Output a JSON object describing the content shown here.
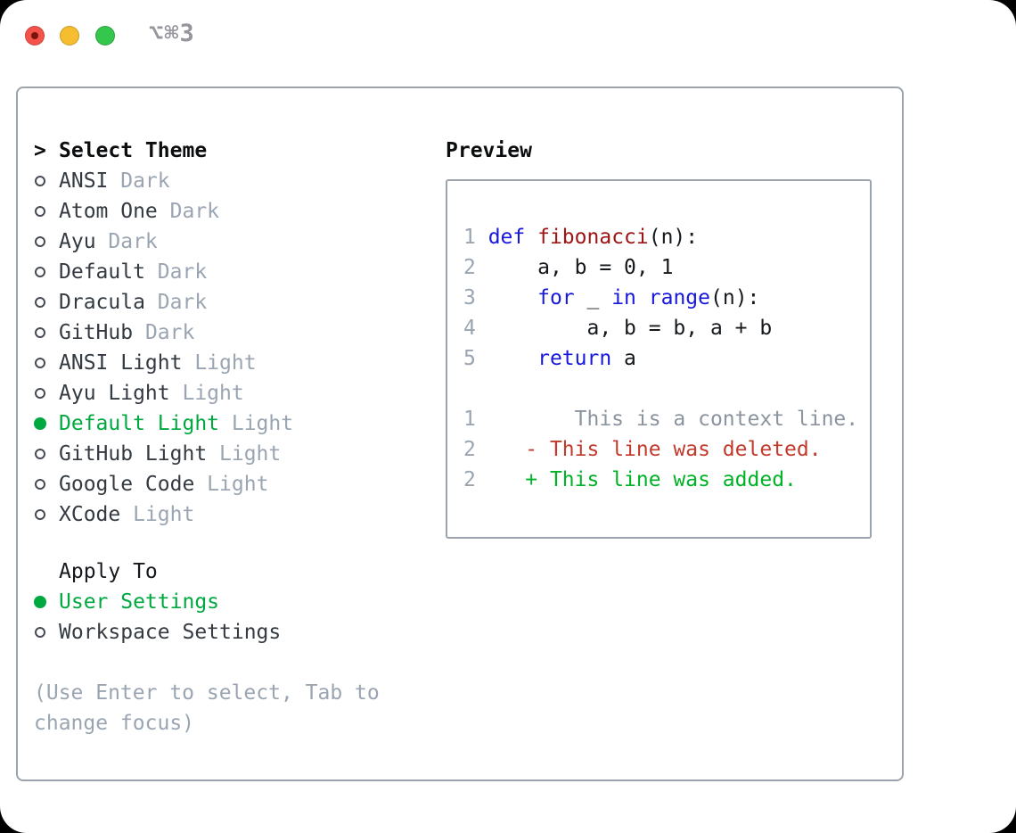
{
  "window": {
    "shortcut_label": "⌥⌘3",
    "traffic_lights": [
      "close",
      "minimize",
      "zoom"
    ]
  },
  "colors": {
    "accent_green": "#00a940",
    "keyword_blue": "#1717dd",
    "function_red": "#9e1414",
    "deleted_red": "#c13a2b",
    "added_green": "#00b226",
    "muted_gray": "#9aa5b1",
    "border_gray": "#9ba3ac"
  },
  "theme_picker": {
    "header": {
      "prefix": ">",
      "label": "Select Theme"
    },
    "items": [
      {
        "name": "ANSI",
        "variant": "Dark",
        "selected": false
      },
      {
        "name": "Atom One",
        "variant": "Dark",
        "selected": false
      },
      {
        "name": "Ayu",
        "variant": "Dark",
        "selected": false
      },
      {
        "name": "Default",
        "variant": "Dark",
        "selected": false
      },
      {
        "name": "Dracula",
        "variant": "Dark",
        "selected": false
      },
      {
        "name": "GitHub",
        "variant": "Dark",
        "selected": false
      },
      {
        "name": "ANSI Light",
        "variant": "Light",
        "selected": false
      },
      {
        "name": "Ayu Light",
        "variant": "Light",
        "selected": false
      },
      {
        "name": "Default Light",
        "variant": "Light",
        "selected": true
      },
      {
        "name": "GitHub Light",
        "variant": "Light",
        "selected": false
      },
      {
        "name": "Google Code",
        "variant": "Light",
        "selected": false
      },
      {
        "name": "XCode",
        "variant": "Light",
        "selected": false
      }
    ],
    "apply_to": {
      "label": "Apply To",
      "options": [
        {
          "name": "User Settings",
          "selected": true
        },
        {
          "name": "Workspace Settings",
          "selected": false
        }
      ]
    },
    "help_lines": [
      "(Use Enter to select, Tab to",
      "change focus)"
    ]
  },
  "preview": {
    "title": "Preview",
    "lines": [
      {
        "tokens": [
          {
            "c": "gutter",
            "t": "1 "
          },
          {
            "c": "kw",
            "t": "def"
          },
          {
            "c": "plain",
            "t": " "
          },
          {
            "c": "fn",
            "t": "fibonacci"
          },
          {
            "c": "plain",
            "t": "(n):"
          }
        ]
      },
      {
        "tokens": [
          {
            "c": "gutter",
            "t": "2"
          },
          {
            "c": "plain",
            "t": "     a, b = 0, 1"
          }
        ]
      },
      {
        "tokens": [
          {
            "c": "gutter",
            "t": "3"
          },
          {
            "c": "plain",
            "t": "     "
          },
          {
            "c": "kw",
            "t": "for"
          },
          {
            "c": "plain",
            "t": " _ "
          },
          {
            "c": "kw",
            "t": "in"
          },
          {
            "c": "plain",
            "t": " "
          },
          {
            "c": "kw",
            "t": "range"
          },
          {
            "c": "plain",
            "t": "(n):"
          }
        ]
      },
      {
        "tokens": [
          {
            "c": "gutter",
            "t": "4"
          },
          {
            "c": "plain",
            "t": "         a, b = b, a + b"
          }
        ]
      },
      {
        "tokens": [
          {
            "c": "gutter",
            "t": "5"
          },
          {
            "c": "plain",
            "t": "     "
          },
          {
            "c": "kw",
            "t": "return"
          },
          {
            "c": "plain",
            "t": " a"
          }
        ]
      },
      {
        "tokens": []
      },
      {
        "tokens": [
          {
            "c": "gutter",
            "t": "1"
          },
          {
            "c": "ctx",
            "t": "        This is a context line."
          }
        ]
      },
      {
        "tokens": [
          {
            "c": "gutter",
            "t": "2"
          },
          {
            "c": "del",
            "t": "    - This line was deleted."
          }
        ]
      },
      {
        "tokens": [
          {
            "c": "gutter",
            "t": "2"
          },
          {
            "c": "add",
            "t": "    + This line was added."
          }
        ]
      }
    ]
  }
}
